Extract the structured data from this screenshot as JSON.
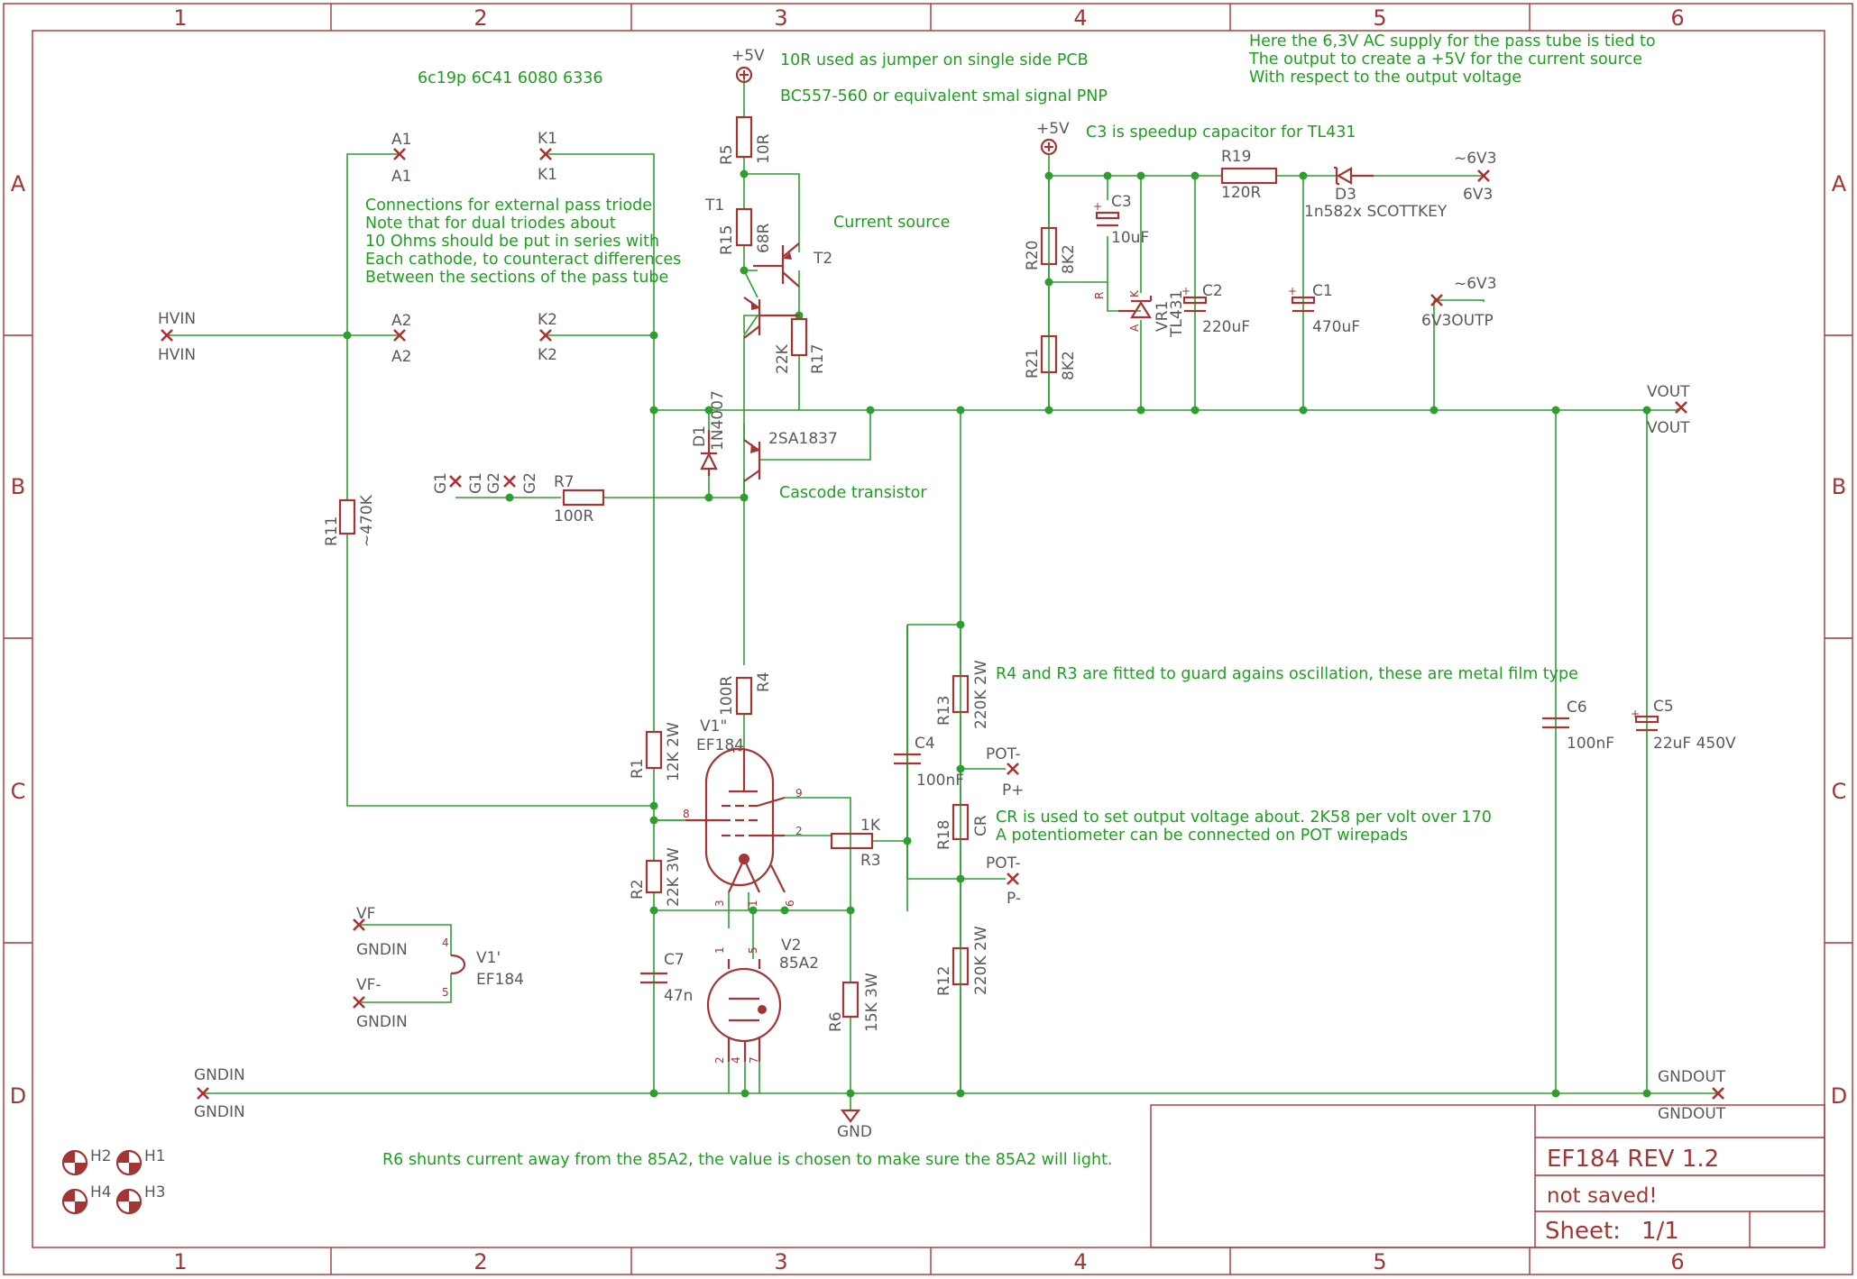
{
  "grid": {
    "columns": [
      "1",
      "2",
      "3",
      "4",
      "5",
      "6"
    ],
    "rows": [
      "A",
      "B",
      "C",
      "D"
    ]
  },
  "title_block": {
    "title": "EF184 REV 1.2",
    "status": "not saved!",
    "sheet_label": "Sheet:",
    "sheet_value": "1/1"
  },
  "notes": {
    "tubes": "6c19p 6C41 6080 6336",
    "jumper": "10R used as jumper on single side PCB",
    "pnp": "BC557-560 or equivalent smal signal PNP",
    "ac_supply": [
      "Here the 6,3V AC supply for the pass tube is tied to",
      "The output to create a +5V for the current source",
      "With respect to the output voltage"
    ],
    "speedup": "C3 is speedup capacitor for TL431",
    "connections": [
      "Connections for external pass triode",
      "Note that for dual triodes about",
      "10 Ohms should be put in series with",
      "Each cathode, to counteract differences",
      "Between the sections of the pass tube"
    ],
    "current_source": "Current source",
    "cascode": "Cascode transistor",
    "oscillation": "R4 and R3 are fitted to guard agains oscillation, these are metal film type",
    "cr": [
      "CR is used to set output voltage about. 2K58 per volt over 170",
      "A potentiometer can be connected on POT wirepads"
    ],
    "r6": "R6  shunts current away from the 85A2, the value is chosen to make sure the 85A2 will light."
  },
  "labels": {
    "p5v_a": "+5V",
    "p5v_b": "+5V",
    "a1_top": "A1",
    "a1_bot": "A1",
    "k1_top": "K1",
    "k1_bot": "K1",
    "a2_top": "A2",
    "a2_bot": "A2",
    "k2_top": "K2",
    "k2_bot": "K2",
    "hvin_top": "HVIN",
    "hvin_bot": "HVIN",
    "g1_a": "G1",
    "g1_b": "G1",
    "g2_a": "G2",
    "g2_b": "G2",
    "r5": "R5",
    "r5v": "10R",
    "t1": "T1",
    "r15": "R15",
    "r15v": "68R",
    "t2": "T2",
    "r17": "R17",
    "r17v": "22K",
    "d1": "D1",
    "d1v": "1N4007",
    "t_cascode": "2SA1837",
    "r7": "R7",
    "r7v": "100R",
    "r11": "R11",
    "r11v": "~470K",
    "r4": "R4",
    "r4v": "100R",
    "v1pp": "V1\"",
    "v1ppv": "EF184",
    "r1": "R1",
    "r1v": "12K 2W",
    "r3": "R3",
    "r3v": "1K",
    "r2": "R2",
    "r2v": "22K 3W",
    "c7": "C7",
    "c7v": "47n",
    "v2": "V2",
    "v2v": "85A2",
    "r6": "R6",
    "r6v": "15K 3W",
    "gnd": "GND",
    "c4": "C4",
    "c4v": "100nF",
    "r13": "R13",
    "r13v": "220K 2W",
    "r18": "R18",
    "r18v": "CR",
    "r12": "R12",
    "r12v": "220K 2W",
    "potm_top": "POT-",
    "potm_bot": "P+",
    "potm2_top": "POT-",
    "potm2_bot": "P-",
    "r20": "R20",
    "r20v": "8K2",
    "r21": "R21",
    "r21v": "8K2",
    "c3": "C3",
    "c3v": "10uF",
    "vr1": "VR1",
    "vr1v": "TL431",
    "c2": "C2",
    "c2v": "220uF",
    "r19": "R19",
    "r19v": "120R",
    "d3": "D3",
    "d3v": "1n582x SCOTTKEY",
    "c1": "C1",
    "c1v": "470uF",
    "ac63_top": "~6V3",
    "ac63_bot": "6V3",
    "ac63b_top": "~6V3",
    "ac63b_bot": "6V3OUTP",
    "vout_top": "VOUT",
    "vout_bot": "VOUT",
    "c6": "C6",
    "c6v": "100nF",
    "c5": "C5",
    "c5v": "22uF 450V",
    "gndin_top": "GNDIN",
    "gndin_bot": "GNDIN",
    "gndout_top": "GNDOUT",
    "gndout_bot": "GNDOUT",
    "vf_top": "VF",
    "vf_bot": "GNDIN",
    "vfm_top": "VF-",
    "vfm_bot": "GNDIN",
    "v1p": "V1'",
    "v1pv": "EF184",
    "h1": "H1",
    "h2": "H2",
    "h3": "H3",
    "h4": "H4",
    "ra": "R",
    "ka": "K",
    "aa": "A"
  },
  "pins": {
    "p7": "7",
    "p8": "8",
    "p9": "9",
    "p2": "2",
    "p3": "3",
    "p1": "1",
    "p6": "6",
    "v2_1": "1",
    "v2_5": "5",
    "v2_2": "2",
    "v2_4": "4",
    "v2_7": "7",
    "v1p_4": "4",
    "v1p_5": "5"
  },
  "colors": {
    "wire": "#2e9e2e",
    "symbol": "#a33535",
    "note": "#1f9f1f",
    "label": "#5a5a5a"
  }
}
